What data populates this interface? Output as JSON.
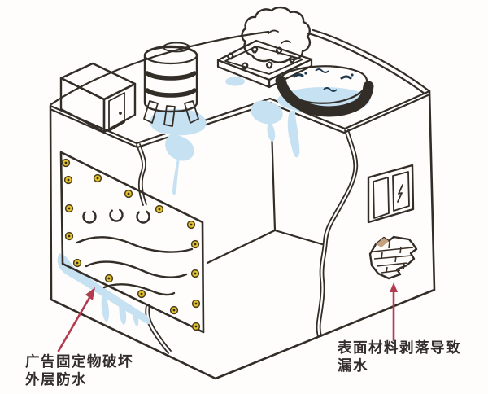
{
  "annotations": {
    "billboard_issue": {
      "line1": "广告固定物破坏",
      "line2": "外层防水",
      "points_to": "billboard-bottom-leak"
    },
    "surface_issue": {
      "line1": "表面材料剥落导致",
      "line2": "漏水",
      "points_to": "peeled-brick-patch"
    }
  },
  "colors": {
    "outline": "#332d28",
    "accent_yellow": "#eecf3d",
    "door_yellow": "#ecd04a",
    "water_stain_blue": "#c6e2f2",
    "pond_water_blue": "#b9dcee",
    "pond_mark_navy": "#203850",
    "soil_brown": "#6d5646",
    "brick_patch_brown": "#9d7f64",
    "pond_rim_brown": "#a28166",
    "arrow_red": "#b23b50",
    "annotation_text": "#332d2d",
    "background": "#fefdfb"
  },
  "elements": [
    {
      "name": "rooftop-stair-room-icon"
    },
    {
      "name": "rooftop-water-tank-icon"
    },
    {
      "name": "rooftop-planter-icon"
    },
    {
      "name": "rooftop-bush-icon"
    },
    {
      "name": "rooftop-pond-icon"
    },
    {
      "name": "billboard-panel-icon"
    },
    {
      "name": "wall-crack-icon"
    },
    {
      "name": "window-icon"
    },
    {
      "name": "peeled-brick-patch-icon"
    },
    {
      "name": "water-leak-stain-icon"
    }
  ]
}
